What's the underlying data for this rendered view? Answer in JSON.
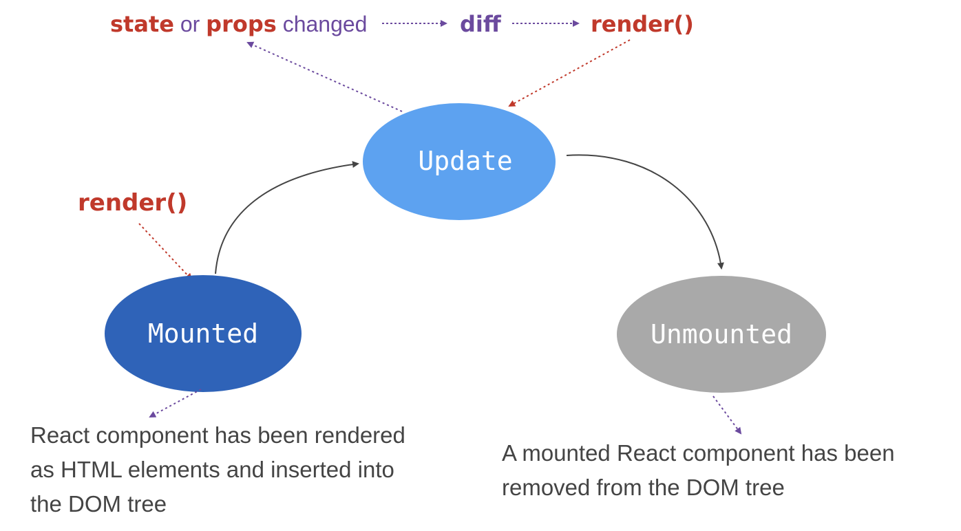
{
  "top_flow": {
    "state": "state",
    "or": " or ",
    "props": "props",
    "changed": " changed",
    "diff": "diff",
    "render": "render()"
  },
  "side_render": "render()",
  "nodes": {
    "update": "Update",
    "mounted": "Mounted",
    "unmounted": "Unmounted"
  },
  "mounted_description": [
    "React component has been rendered",
    "as HTML elements and inserted into",
    "the DOM tree"
  ],
  "unmounted_description": [
    "A mounted React component has been",
    "removed from the DOM tree"
  ],
  "colors": {
    "keyword_red": "#c0392b",
    "purple": "#6b4a9e",
    "update_fill": "#5da2f0",
    "mounted_fill": "#2f63b8",
    "unmounted_fill": "#a9a9a9",
    "node_text": "#ffffff",
    "arrow_gray": "#444444",
    "body_text": "#444444"
  }
}
